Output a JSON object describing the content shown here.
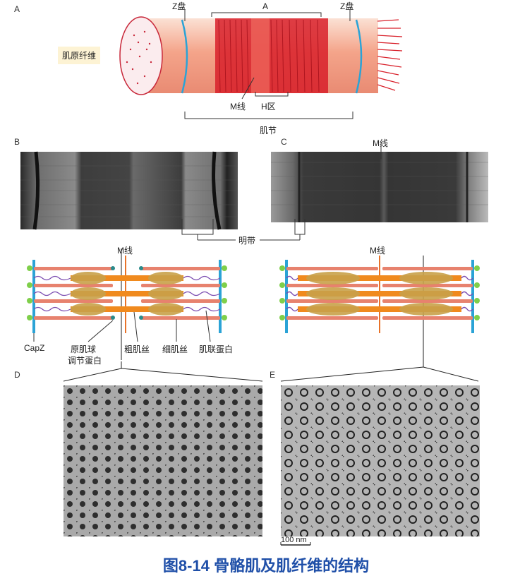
{
  "panels": {
    "A": "A",
    "B": "B",
    "C": "C",
    "D": "D",
    "E": "E"
  },
  "panel_a": {
    "myofibril_label": "肌原纤维",
    "z_disc_left": "Z盘",
    "z_disc_right": "Z盘",
    "a_band": "A",
    "m_line": "M线",
    "h_zone": "H区",
    "sarcomere": "肌节"
  },
  "panel_bc": {
    "m_line_c": "M线",
    "i_band": "明带"
  },
  "schematic": {
    "m_line_left": "M线",
    "m_line_right": "M线",
    "capz": "CapZ",
    "tropomodulin_line1": "原肌球",
    "tropomodulin_line2": "调节蛋白",
    "thick_filament": "粗肌丝",
    "thin_filament": "细肌丝",
    "titin": "肌联蛋白"
  },
  "scale_bar": "100 nm",
  "caption": "图8-14 骨骼肌及肌纤维的结构",
  "colors": {
    "caption": "#1f4fa8",
    "z_disc": "#2ba3d6",
    "m_line": "#e8732a",
    "thick": "#f08a1e",
    "thin": "#e7826e",
    "myosin_head": "#c9a14a",
    "titin": "#7a4bb0",
    "capz": "#7fcf4a",
    "muscle": "#d8202a"
  }
}
